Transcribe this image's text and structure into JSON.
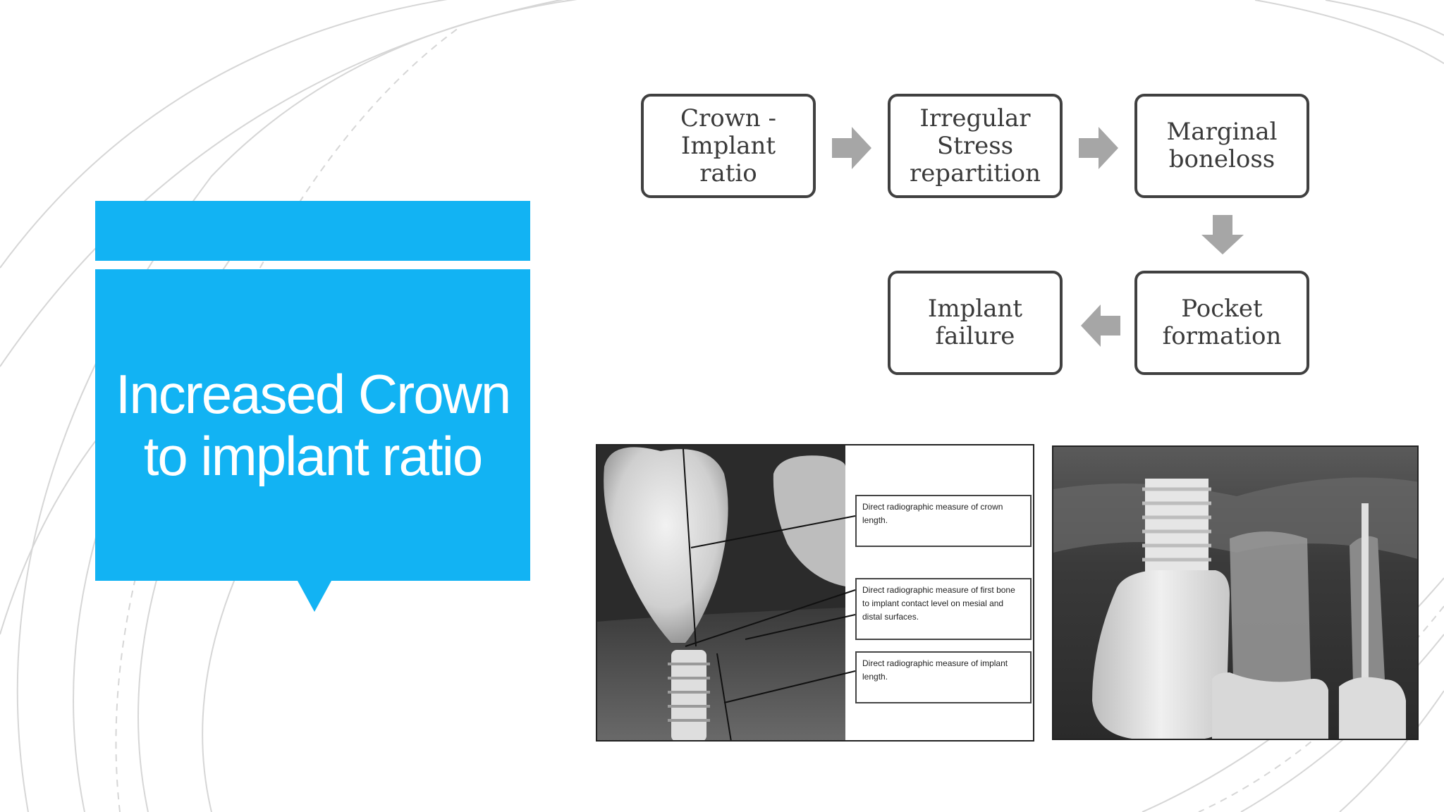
{
  "title": {
    "line1": "Increased Crown",
    "line2": "to implant ratio"
  },
  "flowchart": {
    "nodes": [
      {
        "id": "crown-implant-ratio",
        "text": "Crown -\nImplant\nratio"
      },
      {
        "id": "irregular-stress",
        "text": "Irregular\nStress\nrepartition"
      },
      {
        "id": "marginal-boneloss",
        "text": "Marginal\nboneloss"
      },
      {
        "id": "pocket-formation",
        "text": "Pocket\nformation"
      },
      {
        "id": "implant-failure",
        "text": "Implant\nfailure"
      }
    ],
    "arrow_color": "#a6a6a6"
  },
  "figure1": {
    "captions": [
      "Direct radiographic measure of crown length.",
      "Direct radiographic measure of first bone to implant contact level on mesial and distal surfaces.",
      "Direct radiographic measure of implant length."
    ]
  },
  "colors": {
    "accent": "#12b3f3",
    "box_border": "#404040",
    "text": "#3a3a3a"
  }
}
